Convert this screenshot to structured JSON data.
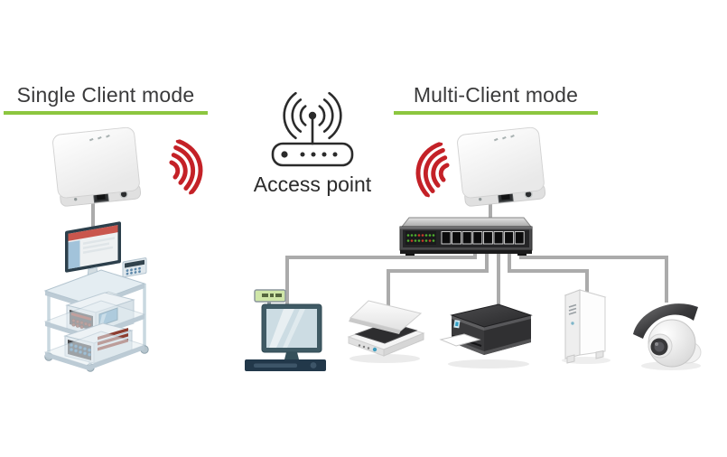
{
  "sections": {
    "single_client": {
      "title": "Single Client mode"
    },
    "multi_client": {
      "title": "Multi-Client mode"
    },
    "access_point": {
      "label": "Access point"
    }
  },
  "icons": [
    "wireless-client-device-icon",
    "wifi-signal-waves-icon",
    "access-point-router-icon",
    "medical-workstation-cart-icon",
    "ethernet-switch-icon",
    "pos-terminal-icon",
    "flatbed-scanner-icon",
    "printer-icon",
    "nas-drive-icon",
    "ip-camera-icon",
    "ethernet-cable"
  ],
  "colors": {
    "title_text": "#3a3a3b",
    "accent_green": "#8cc63f",
    "signal_red": "#c42127",
    "cable_gray": "#ababab",
    "switch_body": "#3c3c3e",
    "device_white": "#f7f7f7"
  }
}
